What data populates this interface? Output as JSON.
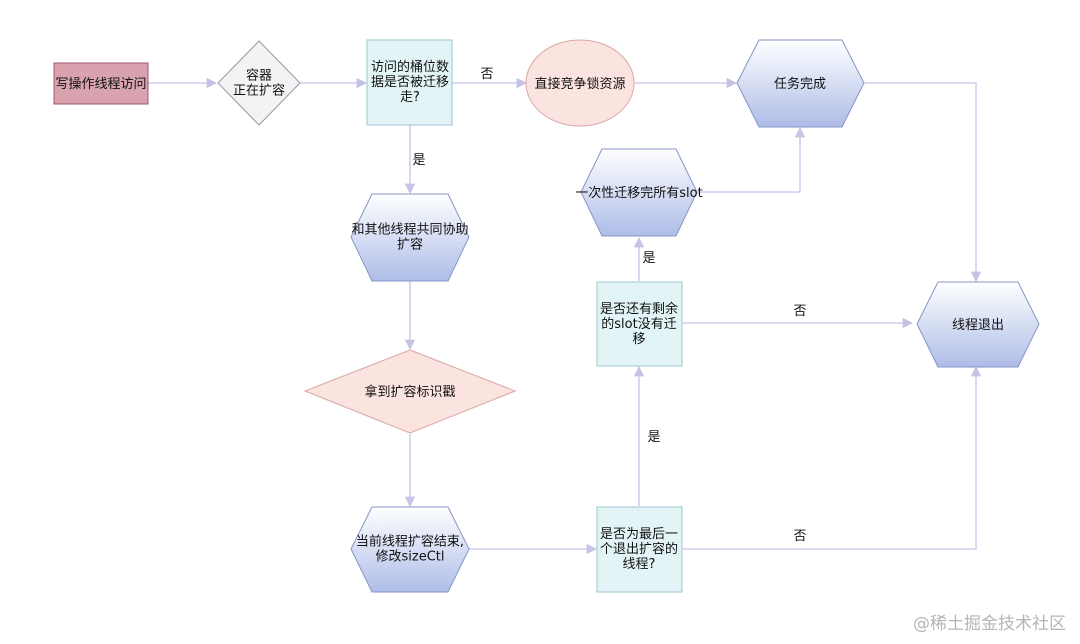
{
  "colors": {
    "edge": "#c7c3e6",
    "pink_rect_fill": "#d8a3ae",
    "pink_rect_stroke": "#a0566a",
    "gray_fill": "#f3f3f6",
    "gray_stroke": "#9a9a9a",
    "cyan_fill": "#e3f4f7",
    "cyan_stroke": "#9cc6d2",
    "pink_fill": "#fbe3e0",
    "pink_stroke": "#d9a7a4",
    "blue_top": "#ffffff",
    "blue_bottom": "#aebde8",
    "blue_stroke": "#8795c6"
  },
  "nodes": {
    "write_access": {
      "lines": [
        "写操作线程访问"
      ]
    },
    "resizing_check": {
      "lines": [
        "容器",
        "正在扩容"
      ]
    },
    "bucket_migrated": {
      "lines": [
        "访问的桶位数",
        "据是否被迁移",
        "走?"
      ]
    },
    "compete_lock": {
      "lines": [
        "直接竞争锁资源"
      ]
    },
    "task_done": {
      "lines": [
        "任务完成"
      ]
    },
    "help_expand": {
      "lines": [
        "和其他线程共同协助",
        "扩容"
      ]
    },
    "get_stamp": {
      "lines": [
        "拿到扩容标识戳"
      ]
    },
    "current_end": {
      "lines": [
        "当前线程扩容结束,",
        "修改sizeCtl"
      ]
    },
    "last_exit": {
      "lines": [
        "是否为最后一",
        "个退出扩容的",
        "线程?"
      ]
    },
    "slots_remaining": {
      "lines": [
        "是否还有剩余",
        "的slot没有迁",
        "移"
      ]
    },
    "migrate_all": {
      "lines": [
        "一次性迁移完所有slot"
      ]
    },
    "thread_exit": {
      "lines": [
        "线程退出"
      ]
    }
  },
  "edge_labels": {
    "no_compete": "否",
    "yes_help": "是",
    "yes_migrate_all": "是",
    "no_remaining": "否",
    "yes_last": "是",
    "no_last": "否"
  },
  "watermark": "@稀土掘金技术社区"
}
